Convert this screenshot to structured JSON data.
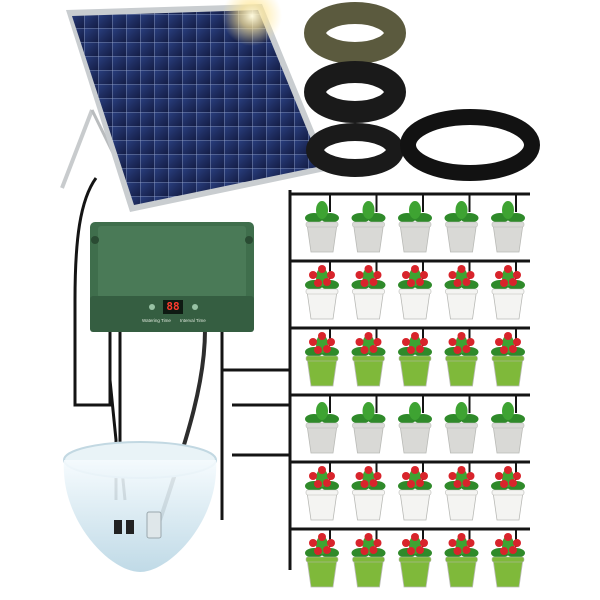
{
  "controller": {
    "display_value": "88",
    "label_left": "Watering Time",
    "label_right": "Interval Time"
  },
  "colors": {
    "panel_frame": "#cfd3d6",
    "solar_cell": "#1d2a5a",
    "controller_body": "#3f6e4c",
    "tubing": "#141414",
    "water": "#cfe4ee",
    "pot_grey": "#d9d9d6",
    "pot_green": "#7fb93a",
    "pot_white": "#f4f4f2",
    "leaf": "#2f8a2a",
    "flower_red": "#d8242b"
  },
  "plant_grid": {
    "rows": [
      {
        "pot": "grey",
        "flowers": false
      },
      {
        "pot": "white",
        "flowers": true
      },
      {
        "pot": "green",
        "flowers": true
      },
      {
        "pot": "grey",
        "flowers": false
      },
      {
        "pot": "white",
        "flowers": true
      },
      {
        "pot": "green",
        "flowers": true
      }
    ],
    "columns": 5
  },
  "icons": [
    "solar-panel-icon",
    "tubing-coil-icon",
    "controller-icon",
    "water-bowl-icon",
    "potted-plant-icon"
  ]
}
